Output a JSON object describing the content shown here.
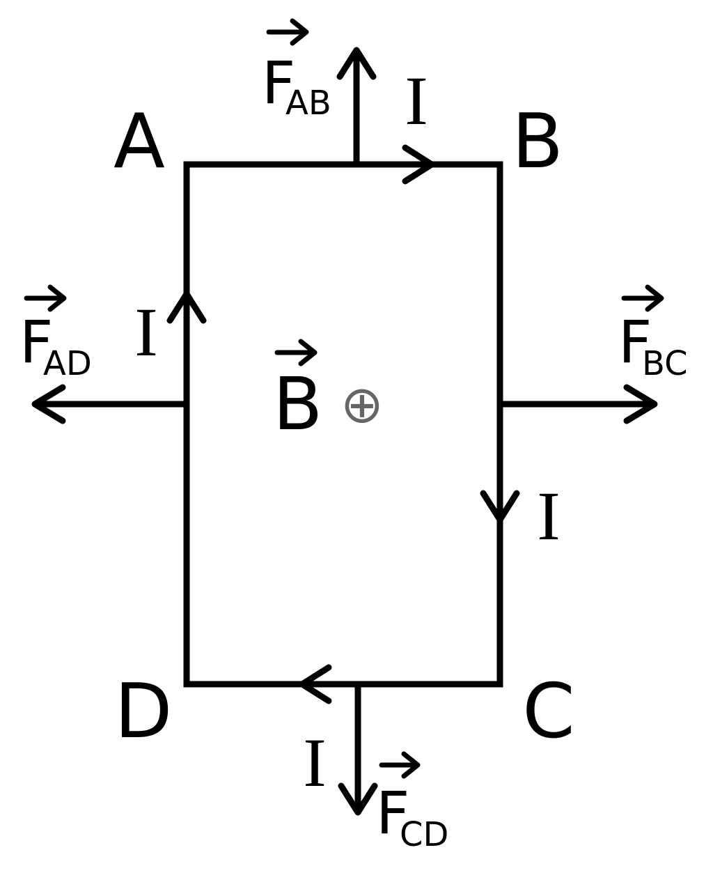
{
  "colors": {
    "ink": "#000000",
    "background": "#ffffff",
    "field_symbol": "#666666"
  },
  "corners": {
    "a": "A",
    "b": "B",
    "c": "C",
    "d": "D"
  },
  "current": {
    "ab": "I",
    "bc": "I",
    "cd": "I",
    "da": "I"
  },
  "forces": {
    "ab": {
      "main": "F",
      "sub": "AB"
    },
    "bc": {
      "main": "F",
      "sub": "BC"
    },
    "cd": {
      "main": "F",
      "sub": "CD"
    },
    "ad": {
      "main": "F",
      "sub": "AD"
    }
  },
  "field": {
    "main": "B",
    "direction_symbol": "⊕"
  }
}
